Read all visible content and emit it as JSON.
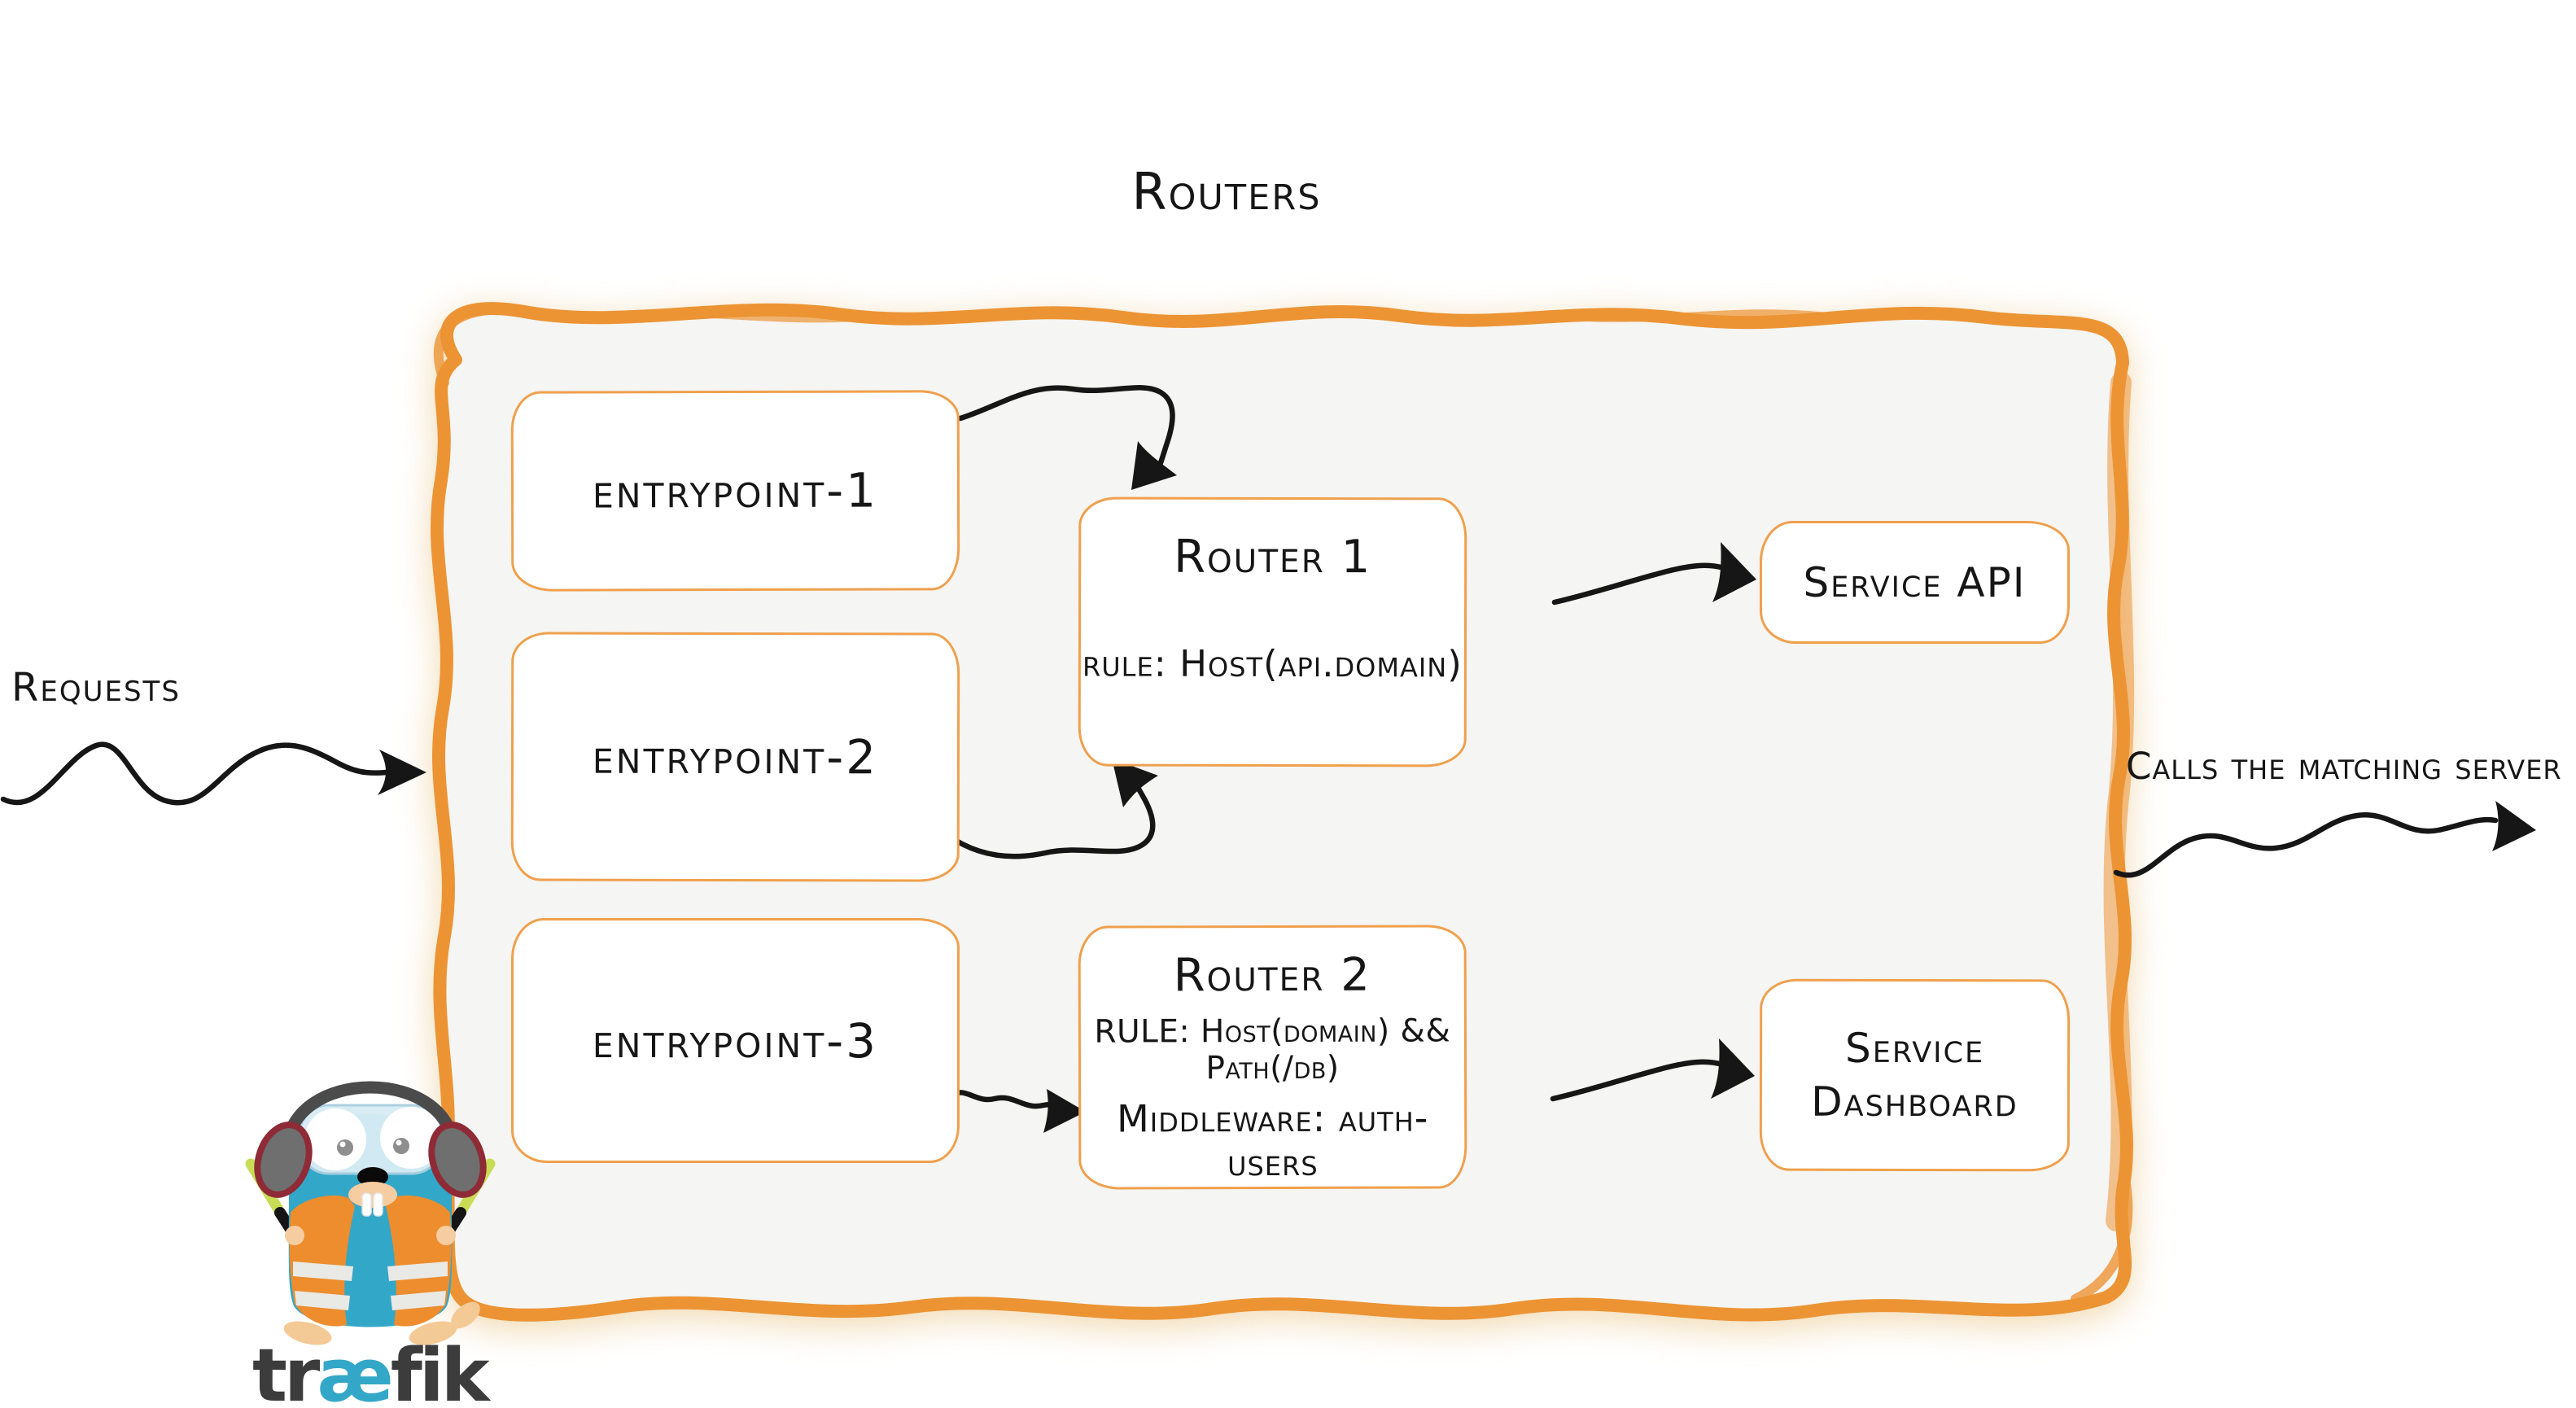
{
  "diagram": {
    "title": "Routers",
    "requests_label": "Requests",
    "output_label": "Calls the matching server"
  },
  "entrypoints": [
    {
      "label": "entrypoint-1"
    },
    {
      "label": "entrypoint-2"
    },
    {
      "label": "entrypoint-3"
    }
  ],
  "routers": [
    {
      "name": "Router 1",
      "rule": "rule: Host(api.domain)"
    },
    {
      "name": "Router 2",
      "rule": "RULE: Host(domain) && Path(/db)",
      "middleware": "Middleware: auth-users"
    }
  ],
  "services": [
    {
      "label": "Service API"
    },
    {
      "line1": "Service",
      "line2": "Dashboard"
    }
  ],
  "logo": {
    "part1": "tr",
    "part2": "æ",
    "part3": "fik"
  },
  "colors": {
    "container_border": "#EC9434",
    "box_border": "#EFA04D",
    "container_fill": "#F5F5F3",
    "ink": "#161616",
    "logo_teal": "#33A7C8",
    "logo_orange_vest": "#ED8D2D",
    "wordmark_gray": "#3C3C3C",
    "baton_green": "#C9DC56"
  }
}
